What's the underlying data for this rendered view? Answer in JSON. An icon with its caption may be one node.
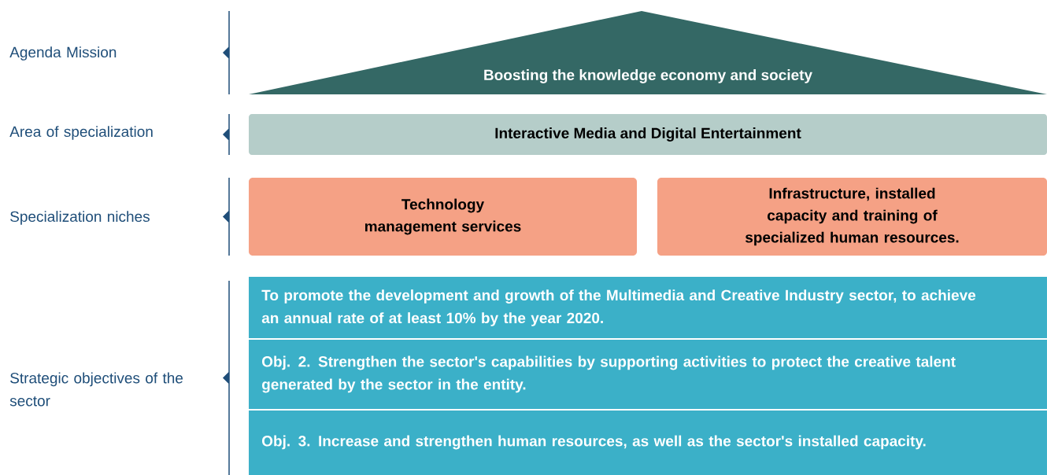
{
  "diagram": {
    "nodes": [
      {
        "text": [
          "Boosting the knowledge economy and society"
        ]
      },
      {
        "text": [
          "Interactive Media and Digital Entertainment"
        ]
      },
      {
        "text": [
          "Technology management services"
        ]
      },
      {
        "text": [
          "Infrastructure, installed capacity and training of specialized human resources."
        ]
      },
      {
        "text": [
          "To promote the development and growth of the Multimedia and Creative Industry sector, to achieve an annual rate of at least 10% by the year 2020."
        ]
      },
      {
        "text": [
          "Obj. 2. Strengthen the sector's capabilities by supporting activities to protect the creative talent generated by the sector in the entity."
        ]
      },
      {
        "text": [
          "Obj. 3. Increase and strengthen human resources, as well as the sector's installed capacity."
        ]
      }
    ],
    "labels": [
      "Agenda Mission",
      "Area of specialization",
      "Specialization niches",
      "Strategic objectives of the sector"
    ]
  }
}
